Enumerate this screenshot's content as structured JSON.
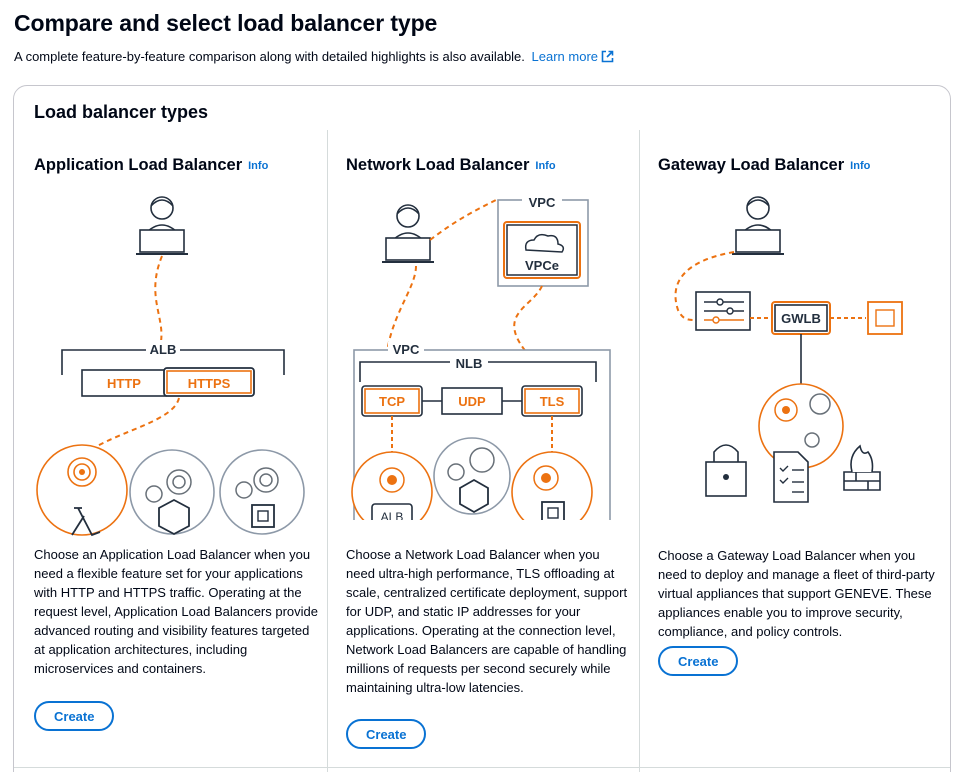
{
  "header": {
    "title": "Compare and select load balancer type",
    "description": "A complete feature-by-feature comparison along with detailed highlights is also available.",
    "learn_more": "Learn more"
  },
  "section": {
    "title": "Load balancer types"
  },
  "columns": [
    {
      "title": "Application Load Balancer",
      "info": "Info",
      "description": "Choose an Application Load Balancer when you need a flexible feature set for your applications with HTTP and HTTPS traffic. Operating at the request level, Application Load Balancers provide advanced routing and visibility features targeted at application architectures, including microservices and containers.",
      "create_label": "Create",
      "diagram": {
        "lb": "ALB",
        "listener1": "HTTP",
        "listener2": "HTTPS"
      }
    },
    {
      "title": "Network Load Balancer",
      "info": "Info",
      "description": "Choose a Network Load Balancer when you need ultra-high performance, TLS offloading at scale, centralized certificate deployment, support for UDP, and static IP addresses for your applications. Operating at the connection level, Network Load Balancers are capable of handling millions of requests per second securely while maintaining ultra-low latencies.",
      "create_label": "Create",
      "diagram": {
        "vpc_top": "VPC",
        "vpce": "VPCe",
        "vpc": "VPC",
        "lb": "NLB",
        "listener1": "TCP",
        "listener2": "UDP",
        "listener3": "TLS",
        "target": "ALB"
      }
    },
    {
      "title": "Gateway Load Balancer",
      "info": "Info",
      "description": "Choose a Gateway Load Balancer when you need to deploy and manage a fleet of third-party virtual appliances that support GENEVE. These appliances enable you to improve security, compliance, and policy controls.",
      "create_label": "Create",
      "diagram": {
        "lb": "GWLB"
      }
    }
  ],
  "colors": {
    "accent": "#ec7211",
    "link": "#0972d3",
    "text": "#000716",
    "border": "#c6c6cd"
  }
}
